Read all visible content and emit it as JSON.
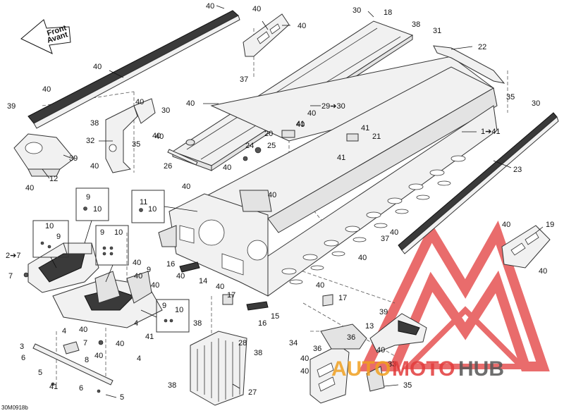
{
  "figure": {
    "code": "30M0918b",
    "front_label_1": "Front",
    "front_label_2": "Avant"
  },
  "callouts": [
    "40",
    "40",
    "30",
    "18",
    "40",
    "38",
    "31",
    "22",
    "40",
    "37",
    "40",
    "39",
    "35",
    "40",
    "30",
    "29➔30",
    "40",
    "30",
    "40",
    "38",
    "40",
    "1➔41",
    "32",
    "35",
    "40",
    "41",
    "20",
    "41",
    "21",
    "40",
    "24",
    "25",
    "41",
    "39",
    "12",
    "40",
    "26",
    "40",
    "23",
    "40",
    "40",
    "40",
    "11",
    "10",
    "9",
    "10",
    "19",
    "10",
    "9",
    "40",
    "37",
    "40",
    "2➔7",
    "40",
    "9",
    "10",
    "7",
    "40",
    "40",
    "40",
    "16",
    "9",
    "40",
    "14",
    "40",
    "40",
    "17",
    "40",
    "17",
    "9",
    "10",
    "4",
    "40",
    "38",
    "39",
    "15",
    "16",
    "13",
    "4",
    "41",
    "7",
    "28",
    "34",
    "36",
    "36",
    "40",
    "3",
    "40",
    "38",
    "6",
    "8",
    "40",
    "4",
    "40",
    "33",
    "5",
    "40",
    "27",
    "41",
    "38",
    "6",
    "5",
    "35"
  ],
  "brand": {
    "watermark": "AUTOMOTOHUB",
    "watermark_a": "AUTO",
    "watermark_b": "MOTO",
    "watermark_c": "HUB",
    "color_red": "#e23b3b",
    "color_orange": "#f0a020",
    "color_dark": "#555555"
  }
}
